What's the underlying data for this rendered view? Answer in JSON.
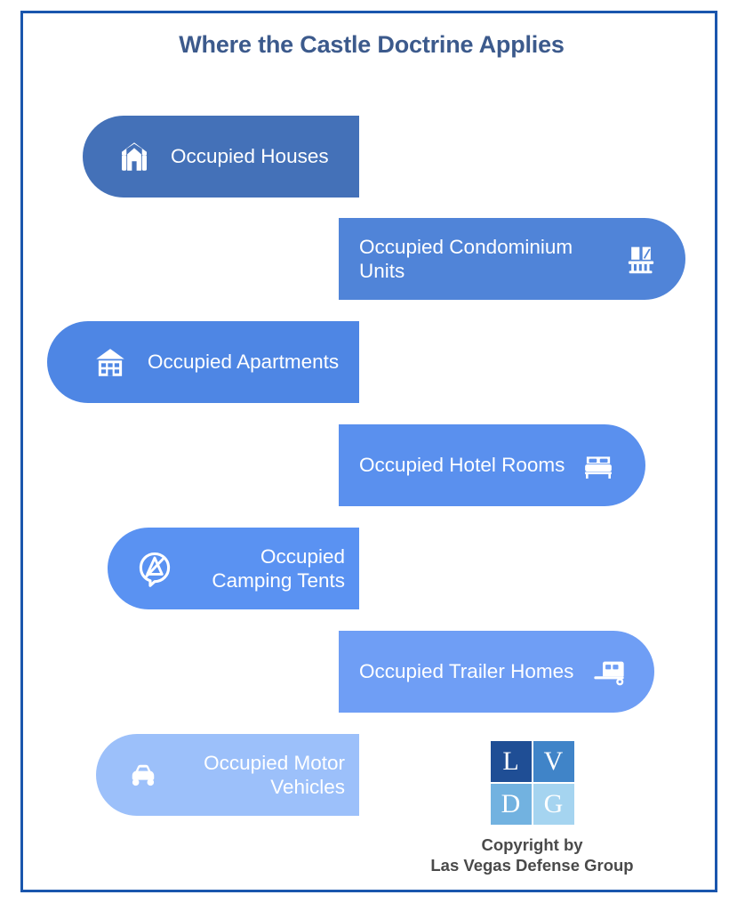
{
  "infographic": {
    "title": "Where the Castle Doctrine Applies",
    "border_color": "#1a56ad",
    "title_color": "#3c5a8c",
    "background": "#ffffff"
  },
  "bars": [
    {
      "label": "Occupied Houses",
      "icon": "house-icon",
      "color": "#4471b8",
      "anchor": "left",
      "icon_side": "left",
      "text_align": "left"
    },
    {
      "label": "Occupied Condominium Units",
      "icon": "condo-balcony-icon",
      "color": "#5084d8",
      "anchor": "right",
      "icon_side": "right",
      "text_align": "left"
    },
    {
      "label": "Occupied Apartments",
      "icon": "apartment-building-icon",
      "color": "#4e86e4",
      "anchor": "left",
      "icon_side": "left",
      "text_align": "left"
    },
    {
      "label": "Occupied Hotel Rooms",
      "icon": "bed-icon",
      "color": "#5a90ee",
      "anchor": "right",
      "icon_side": "right",
      "text_align": "left"
    },
    {
      "label": "Occupied\nCamping Tents",
      "icon": "camping-tent-icon",
      "color": "#5a92f2",
      "anchor": "left",
      "icon_side": "left",
      "text_align": "right"
    },
    {
      "label": "Occupied Trailer Homes",
      "icon": "trailer-home-icon",
      "color": "#6f9ef5",
      "anchor": "right",
      "icon_side": "right",
      "text_align": "left"
    },
    {
      "label": "Occupied Motor\nVehicles",
      "icon": "car-icon",
      "color": "#9cc0fa",
      "anchor": "left",
      "icon_side": "left",
      "text_align": "right"
    }
  ],
  "logo": {
    "cells": [
      {
        "letter": "L",
        "color": "#1f4e95"
      },
      {
        "letter": "V",
        "color": "#4084c8"
      },
      {
        "letter": "D",
        "color": "#72b2e0"
      },
      {
        "letter": "G",
        "color": "#a5d4f0"
      }
    ],
    "copyright": "Copyright by\nLas Vegas Defense Group"
  }
}
